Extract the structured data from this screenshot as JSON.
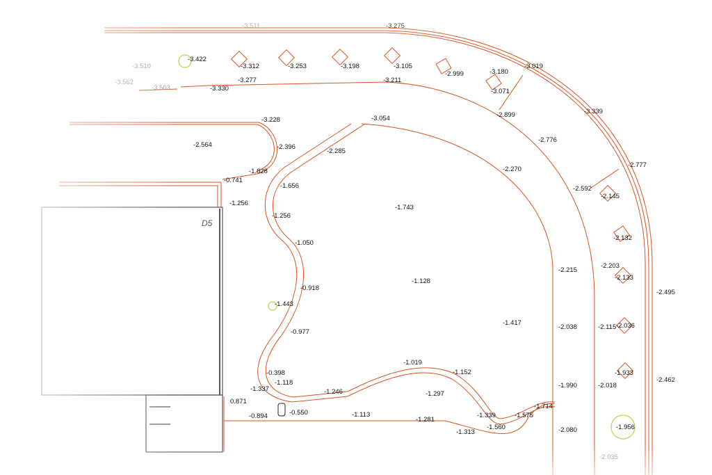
{
  "building_label": "D5",
  "colors": {
    "curb": "#d9531e",
    "label": "#111111",
    "faded_label": "#999999",
    "marker": "#b9d24a",
    "building": "#555555"
  },
  "elevations": [
    {
      "text": "-3.511",
      "faded": true
    },
    {
      "text": "-3.275"
    },
    {
      "text": "-3.510",
      "faded": true
    },
    {
      "text": "-3.422"
    },
    {
      "text": "-3.312"
    },
    {
      "text": "-3.253"
    },
    {
      "text": "-3.198"
    },
    {
      "text": "-3.105"
    },
    {
      "text": "-2.999"
    },
    {
      "text": "-3.180"
    },
    {
      "text": "-3.019"
    },
    {
      "text": "-3.071"
    },
    {
      "text": "-3.562",
      "faded": true
    },
    {
      "text": "-3.503",
      "faded": true
    },
    {
      "text": "-3.330"
    },
    {
      "text": "-3.277"
    },
    {
      "text": "-3.211"
    },
    {
      "text": "-2.899"
    },
    {
      "text": "-3.339"
    },
    {
      "text": "-3.228"
    },
    {
      "text": "-3.054"
    },
    {
      "text": "-2.564"
    },
    {
      "text": "-2.396"
    },
    {
      "text": "-2.285"
    },
    {
      "text": "-2.776"
    },
    {
      "text": "-1.828"
    },
    {
      "text": "-0.741"
    },
    {
      "text": "-2.270"
    },
    {
      "text": "-2.777"
    },
    {
      "text": "-1.656"
    },
    {
      "text": "-2.592"
    },
    {
      "text": "-2.145"
    },
    {
      "text": "-1.256"
    },
    {
      "text": "-1.743"
    },
    {
      "text": "-1.256"
    },
    {
      "text": "-2.132"
    },
    {
      "text": "-1.050"
    },
    {
      "text": "-2.215"
    },
    {
      "text": "-2.203"
    },
    {
      "text": "-2.133"
    },
    {
      "text": "-2.495"
    },
    {
      "text": "-1.128"
    },
    {
      "text": "-0.918"
    },
    {
      "text": "-1.443"
    },
    {
      "text": "-1.417"
    },
    {
      "text": "-2.038"
    },
    {
      "text": "-2.115"
    },
    {
      "text": "-2.036"
    },
    {
      "text": "-0.977"
    },
    {
      "text": "-1.019"
    },
    {
      "text": "-1.933"
    },
    {
      "text": "-0.398"
    },
    {
      "text": "-1.152"
    },
    {
      "text": "-1.118"
    },
    {
      "text": "-2.462"
    },
    {
      "text": "-1.337"
    },
    {
      "text": "-1.990"
    },
    {
      "text": "-2.018"
    },
    {
      "text": "-1.246"
    },
    {
      "text": "-1.297"
    },
    {
      "text": "0.871"
    },
    {
      "text": "-1.714"
    },
    {
      "text": "-0.550"
    },
    {
      "text": "-0.894"
    },
    {
      "text": "-1.113"
    },
    {
      "text": "-1.281"
    },
    {
      "text": "-1.339"
    },
    {
      "text": "-1.575"
    },
    {
      "text": "-1.560"
    },
    {
      "text": "-2.080"
    },
    {
      "text": "-1.956"
    },
    {
      "text": "-1.313"
    },
    {
      "text": "-2.035",
      "faded": true
    }
  ]
}
